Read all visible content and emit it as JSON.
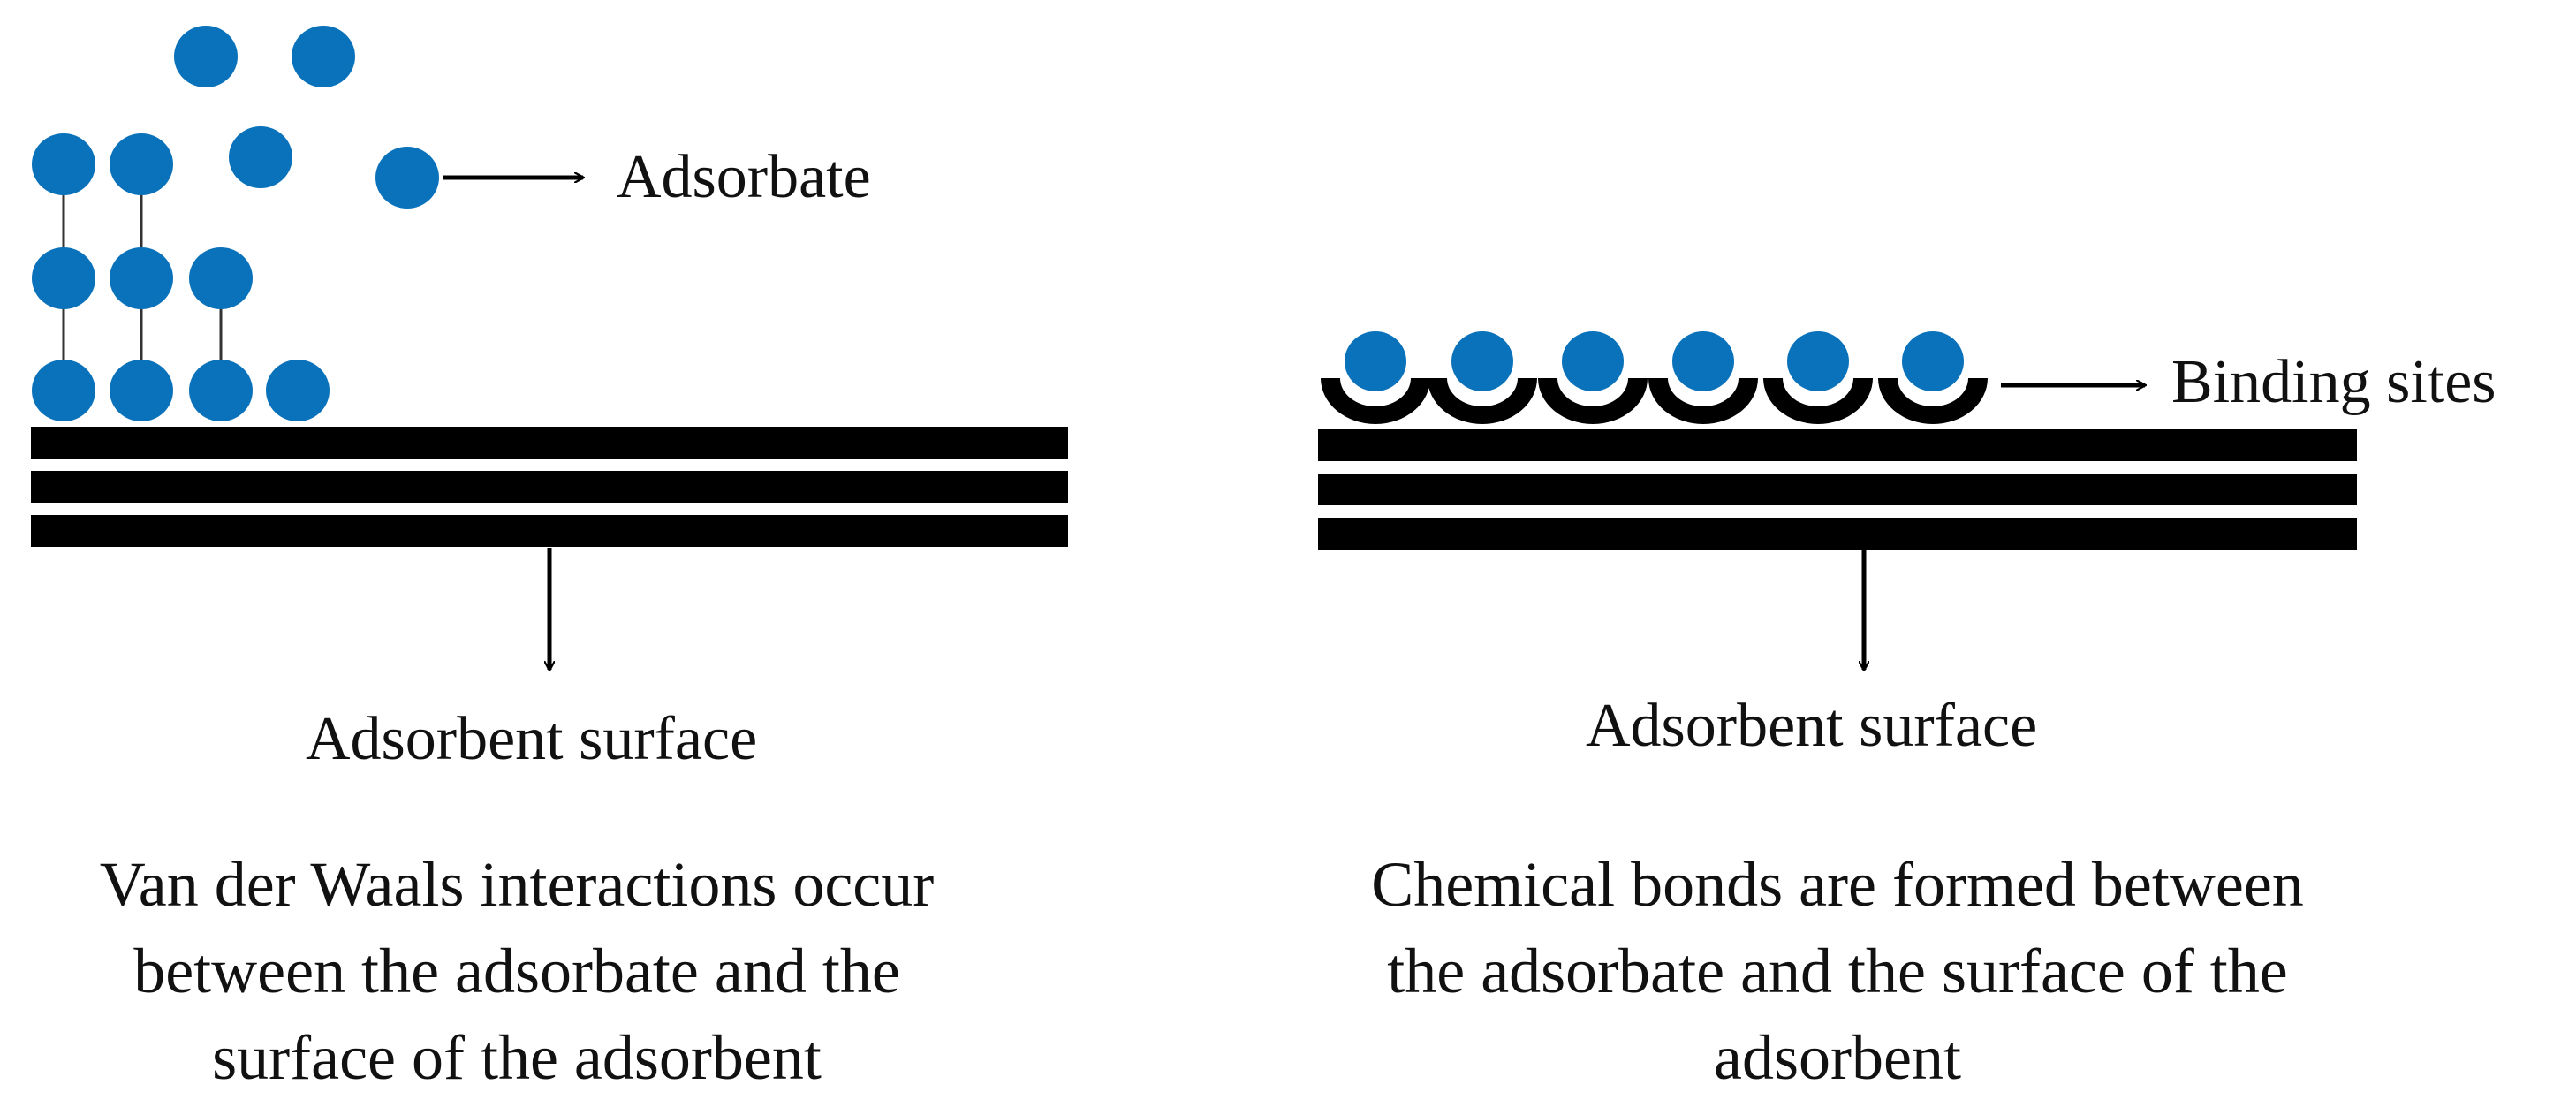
{
  "colors": {
    "adsorbate": "#0a72ba",
    "surface": "#000000",
    "bond_line": "#333333",
    "text": "#111111"
  },
  "physisorption": {
    "adsorbate_label": "Adsorbate",
    "surface_label": "Adsorbent surface",
    "caption": [
      "Van der Waals interactions occur",
      "between the adsorbate and the",
      "surface of the adsorbent"
    ]
  },
  "chemisorption": {
    "binding_sites_label": "Binding sites",
    "surface_label": "Adsorbent surface",
    "caption": [
      "Chemical bonds are formed between",
      "the adsorbate and the surface of the",
      "adsorbent"
    ]
  }
}
